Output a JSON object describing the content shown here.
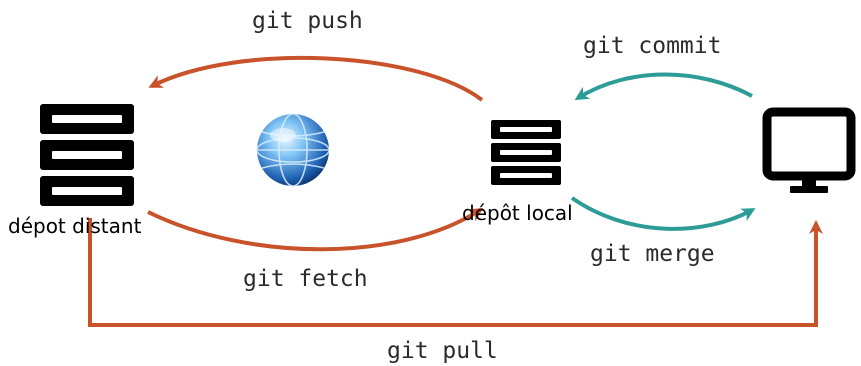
{
  "nodes": {
    "remote_label": "dépot distant",
    "local_label": "dépôt local"
  },
  "commands": {
    "push": "git push",
    "commit": "git commit",
    "fetch": "git fetch",
    "merge": "git merge",
    "pull": "git pull"
  },
  "icons": {
    "remote": "server-icon",
    "network": "globe-icon",
    "local": "server-icon",
    "workspace": "monitor-icon"
  },
  "colors": {
    "orange_arrow": "#c8522a",
    "teal_arrow": "#2e9c96",
    "icon": "#000000"
  }
}
